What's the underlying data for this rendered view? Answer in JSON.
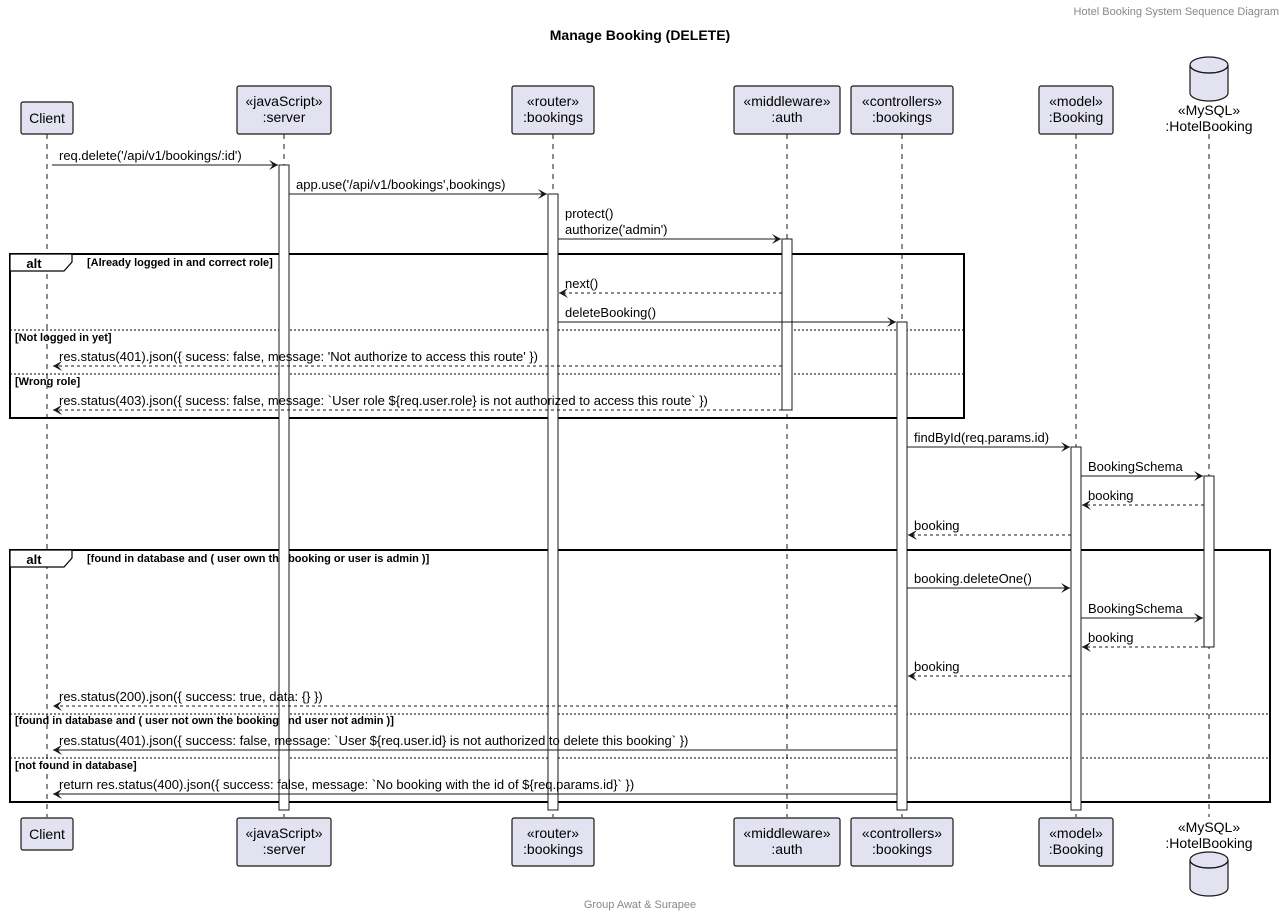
{
  "header": "Hotel Booking System Sequence Diagram",
  "title": "Manage Booking (DELETE)",
  "footer": "Group Awat & Surapee",
  "participants": [
    {
      "id": "client",
      "lines": [
        "Client"
      ]
    },
    {
      "id": "server",
      "lines": [
        "«javaScript»",
        ":server"
      ]
    },
    {
      "id": "router",
      "lines": [
        "«router»",
        ":bookings"
      ]
    },
    {
      "id": "auth",
      "lines": [
        "«middleware»",
        ":auth"
      ]
    },
    {
      "id": "controller",
      "lines": [
        "«controllers»",
        ":bookings"
      ]
    },
    {
      "id": "model",
      "lines": [
        "«model»",
        ":Booking"
      ]
    },
    {
      "id": "db",
      "lines": [
        "«MySQL»",
        ":HotelBooking"
      ],
      "shape": "database"
    }
  ],
  "messages": [
    {
      "from": "client",
      "to": "server",
      "lines": [
        "req.delete('/api/v1/bookings/:id')"
      ],
      "dashed": false
    },
    {
      "from": "server",
      "to": "router",
      "lines": [
        "app.use('/api/v1/bookings',bookings)"
      ],
      "dashed": false
    },
    {
      "from": "router",
      "to": "auth",
      "lines": [
        "protect()",
        "authorize('admin')"
      ],
      "dashed": false
    },
    {
      "from": "auth",
      "to": "router",
      "lines": [
        "next()"
      ],
      "dashed": true
    },
    {
      "from": "router",
      "to": "controller",
      "lines": [
        "deleteBooking()"
      ],
      "dashed": false
    },
    {
      "from": "auth",
      "to": "client",
      "lines": [
        "res.status(401).json({ sucess: false, message: 'Not authorize to access this route' })"
      ],
      "dashed": true
    },
    {
      "from": "auth",
      "to": "client",
      "lines": [
        "res.status(403).json({ sucess: false, message: `User role ${req.user.role} is not authorized to access this route` })"
      ],
      "dashed": true
    },
    {
      "from": "controller",
      "to": "model",
      "lines": [
        "findById(req.params.id)"
      ],
      "dashed": false
    },
    {
      "from": "model",
      "to": "db",
      "lines": [
        "BookingSchema"
      ],
      "dashed": false
    },
    {
      "from": "db",
      "to": "model",
      "lines": [
        "booking"
      ],
      "dashed": true
    },
    {
      "from": "model",
      "to": "controller",
      "lines": [
        "booking"
      ],
      "dashed": true
    },
    {
      "from": "controller",
      "to": "model",
      "lines": [
        "booking.deleteOne()"
      ],
      "dashed": false
    },
    {
      "from": "model",
      "to": "db",
      "lines": [
        "BookingSchema"
      ],
      "dashed": false
    },
    {
      "from": "db",
      "to": "model",
      "lines": [
        "booking"
      ],
      "dashed": true
    },
    {
      "from": "model",
      "to": "controller",
      "lines": [
        "booking"
      ],
      "dashed": true
    },
    {
      "from": "controller",
      "to": "client",
      "lines": [
        "res.status(200).json({ success: true, data: {} })"
      ],
      "dashed": true
    },
    {
      "from": "controller",
      "to": "client",
      "lines": [
        "res.status(401).json({ success: false, message: `User ${req.user.id} is not authorized to delete this booking` })"
      ],
      "dashed": false
    },
    {
      "from": "controller",
      "to": "client",
      "lines": [
        "return res.status(400).json({ success: false, message: `No booking with the id of ${req.params.id}` })"
      ],
      "dashed": false
    }
  ],
  "fragments": [
    {
      "keyword": "alt",
      "guards": [
        "[Already logged in and correct role]",
        "[Not logged in yet]",
        "[Wrong role]"
      ]
    },
    {
      "keyword": "alt",
      "guards": [
        "[found in database and ( user own the booking or user is admin )]",
        "[found in database and ( user not own the booking and user not admin )]",
        "[not found in database]"
      ]
    }
  ],
  "colors": {
    "participant_fill": "#e2e2f0",
    "participant_border": "#181818",
    "lifeline": "#181818",
    "activation_fill": "#ffffff",
    "header_text": "#888888"
  }
}
